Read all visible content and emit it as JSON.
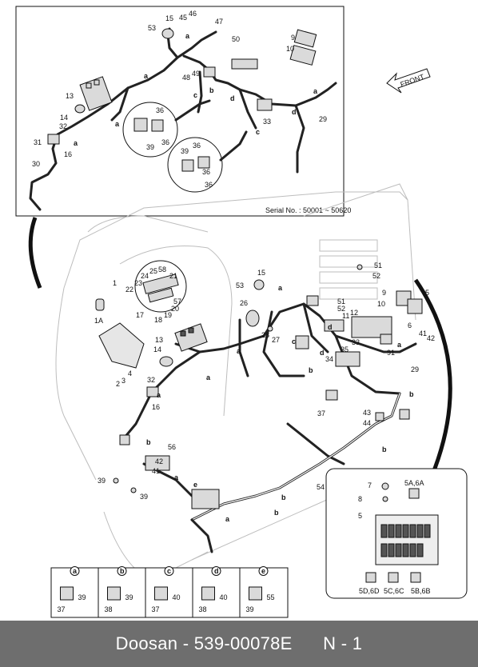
{
  "footer": {
    "brand": "Doosan",
    "part_number": "539-00078E",
    "page": "N - 1"
  },
  "top_inset": {
    "serial": "Serial No. : 50001 ~ 50620",
    "direction": "FRONT"
  },
  "top_labels": {
    "l15": "15",
    "l45": "45",
    "l46": "46",
    "l47": "47",
    "l53": "53",
    "l50": "50",
    "l9": "9",
    "l10": "10",
    "l49": "49",
    "l48": "48",
    "l13": "13",
    "l14": "14",
    "l32": "32",
    "l31": "31",
    "l16": "16",
    "l30": "30",
    "l36a": "36",
    "l39a": "39",
    "l36b": "36",
    "l36c": "36",
    "l39b": "39",
    "l36d": "36",
    "l36e": "36",
    "l33": "33",
    "l29": "29",
    "a1": "a",
    "a2": "a",
    "a3": "a",
    "a4": "a",
    "a5": "a",
    "b1": "b",
    "c1": "c",
    "c2": "c",
    "d1": "d",
    "d2": "d"
  },
  "main_labels": {
    "l1": "1",
    "l1a": "1A",
    "l2": "2",
    "l3": "3",
    "l4": "4",
    "l5a": "5",
    "l13": "13",
    "l14": "14",
    "l15": "15",
    "l16": "16",
    "l17": "17",
    "l18": "18",
    "l19": "19",
    "l20": "20",
    "l21": "21",
    "l22": "22",
    "l23": "23",
    "l24": "24",
    "l25": "25",
    "l26": "26",
    "l27": "27",
    "l28": "28",
    "l29": "29",
    "l32": "32",
    "l33": "33",
    "l34": "34",
    "l35": "35",
    "l37": "37",
    "l39a": "39",
    "l39b": "39",
    "l41a": "41",
    "l41b": "41",
    "l42a": "42",
    "l42b": "42",
    "l43": "43",
    "l44": "44",
    "l51a": "51",
    "l51b": "51",
    "l52a": "52",
    "l52b": "52",
    "l53": "53",
    "l54": "54",
    "l56": "56",
    "l57": "57",
    "l58": "58",
    "l6": "6",
    "l9": "9",
    "l10": "10",
    "l11": "11",
    "l12": "12",
    "l91": "91",
    "a1": "a",
    "a2": "a",
    "a3": "a",
    "a4": "a",
    "a5": "a",
    "a6": "a",
    "a7": "a",
    "b1": "b",
    "b2": "b",
    "b3": "b",
    "b4": "b",
    "b5": "b",
    "b6": "b",
    "b7": "b",
    "c1": "c",
    "d1": "d",
    "d2": "d",
    "e1": "e"
  },
  "fuse_box": {
    "l7": "7",
    "l8": "8",
    "l5": "5",
    "l5a6a": "5A,6A",
    "l5d6d": "5D,6D",
    "l5c6c": "5C,6C",
    "l5b6b": "5B,6B"
  },
  "legend": {
    "cells": [
      {
        "key": "a",
        "n1": "39",
        "n2": "37"
      },
      {
        "key": "b",
        "n1": "39",
        "n2": "38"
      },
      {
        "key": "c",
        "n1": "40",
        "n2": "37"
      },
      {
        "key": "d",
        "n1": "40",
        "n2": "38"
      },
      {
        "key": "e",
        "n1": "55",
        "n2": "39"
      }
    ]
  }
}
